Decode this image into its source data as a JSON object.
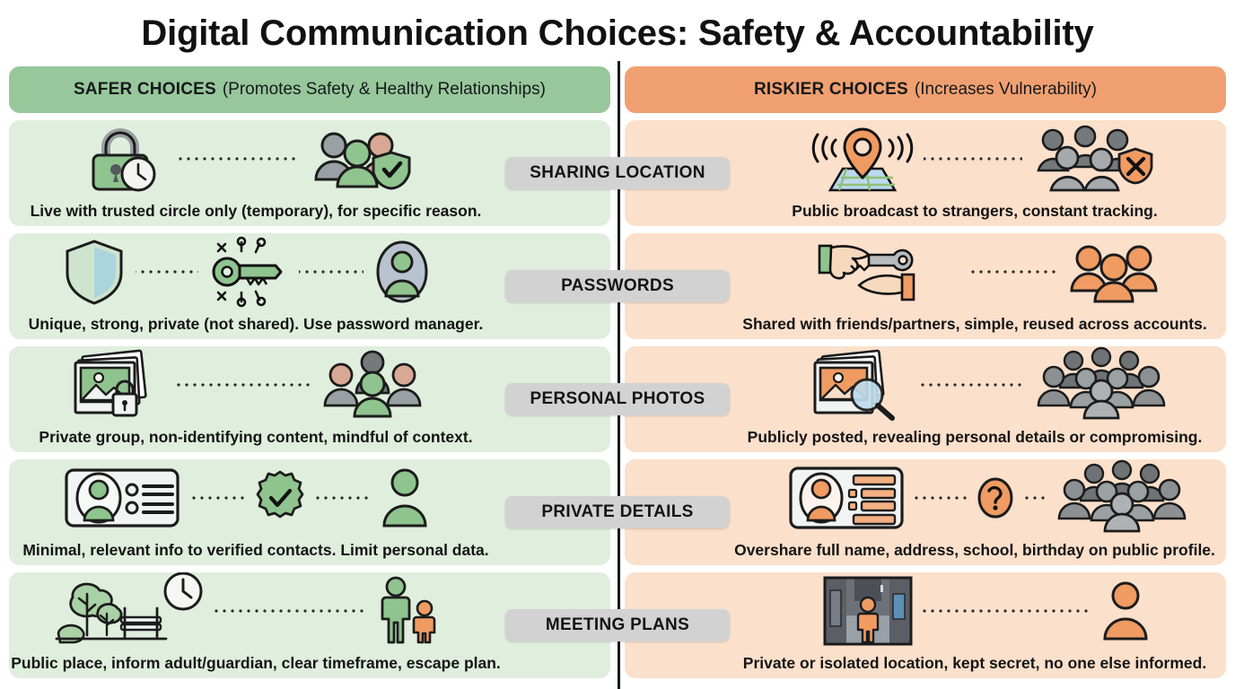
{
  "title": "Digital Communication Choices: Safety & Accountability",
  "headers": {
    "left": {
      "strong": "SAFER CHOICES",
      "sub": "(Promotes Safety & Healthy Relationships)"
    },
    "right": {
      "strong": "RISKIER CHOICES",
      "sub": "(Increases Vulnerability)"
    }
  },
  "colors": {
    "header_left_bg": "#97c79b",
    "header_right_bg": "#f0a070",
    "panel_left_bg": "#dfeedd",
    "panel_right_bg": "#fbe0cb",
    "pill_bg": "#d2d2d2",
    "divider": "#15191c",
    "safe_green": "#8fc48f",
    "risk_orange": "#f0a070",
    "neutral_gray": "#808285"
  },
  "rows": [
    {
      "category": "SHARING LOCATION",
      "left": {
        "caption": "Live with trusted circle only (temporary), for specific reason.",
        "icons": [
          "padlock-clock-icon",
          "trusted-group-shield-check-icon"
        ]
      },
      "right": {
        "caption": "Public broadcast to strangers, constant tracking.",
        "icons": [
          "map-pin-broadcast-icon",
          "stranger-crowd-shield-x-icon"
        ]
      }
    },
    {
      "category": "PASSWORDS",
      "left": {
        "caption": "Unique, strong, private (not shared). Use password manager.",
        "icons": [
          "shield-icon",
          "secure-key-icon",
          "single-user-avatar-icon"
        ]
      },
      "right": {
        "caption": "Shared with friends/partners, simple, reused across accounts.",
        "icons": [
          "hand-passing-key-icon",
          "orange-group-icon"
        ]
      }
    },
    {
      "category": "PERSONAL PHOTOS",
      "left": {
        "caption": "Private group, non-identifying content, mindful of context.",
        "icons": [
          "locked-photos-icon",
          "small-trusted-group-icon"
        ]
      },
      "right": {
        "caption": "Publicly posted, revealing personal details or compromising.",
        "icons": [
          "photo-magnifier-icon",
          "large-stranger-crowd-icon"
        ]
      }
    },
    {
      "category": "PRIVATE DETAILS",
      "left": {
        "caption": "Minimal, relevant info to verified contacts. Limit personal data.",
        "icons": [
          "id-card-icon",
          "verified-badge-icon",
          "single-person-icon"
        ]
      },
      "right": {
        "caption": "Overshare full name, address, school, birthday on public profile.",
        "icons": [
          "public-profile-card-icon",
          "question-mark-icon",
          "large-stranger-crowd-icon"
        ]
      }
    },
    {
      "category": "MEETING PLANS",
      "left": {
        "caption": "Public place, inform adult/guardian, clear timeframe, escape plan.",
        "icons": [
          "park-bench-tree-icon",
          "clock-icon",
          "adult-and-child-icon"
        ]
      },
      "right": {
        "caption": "Private or isolated location, kept secret, no one else informed.",
        "icons": [
          "dark-alley-icon",
          "lone-person-icon"
        ]
      }
    }
  ]
}
